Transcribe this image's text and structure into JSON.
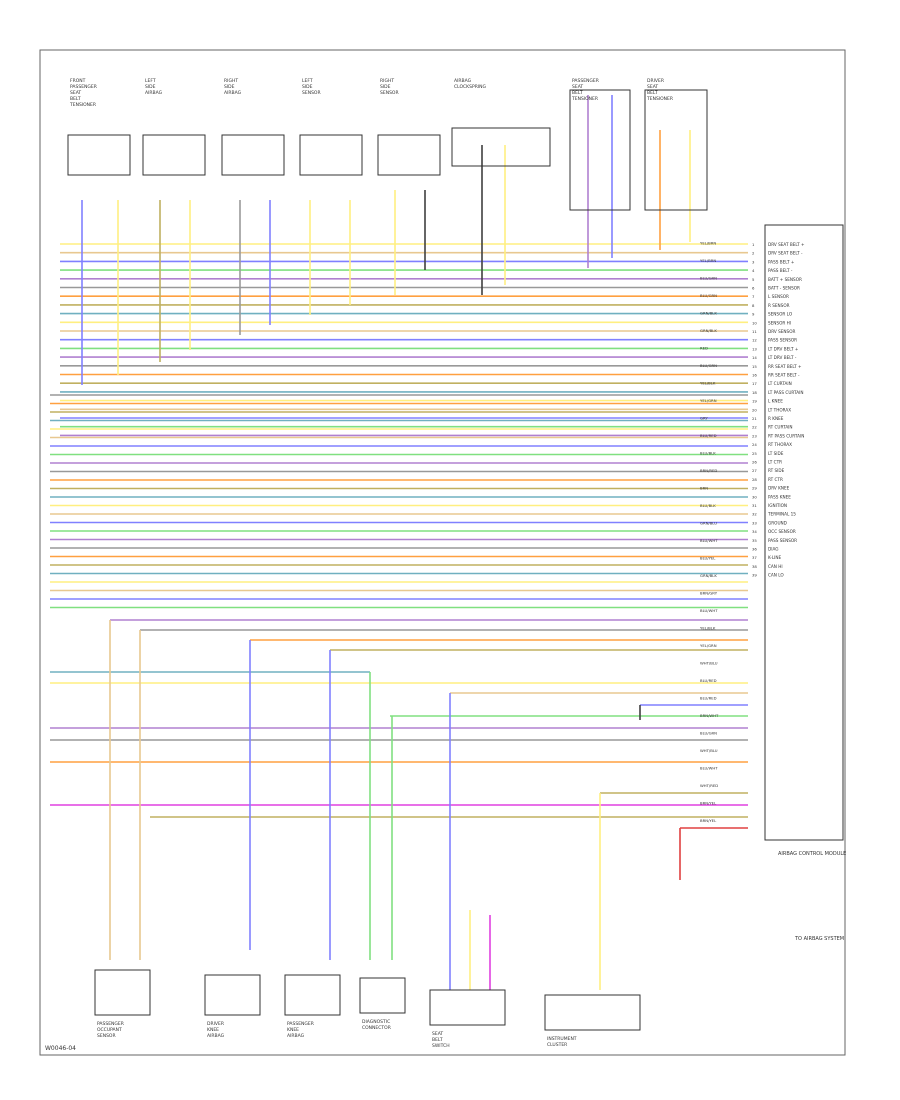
{
  "footer": {
    "code": "W0046-04"
  },
  "bottom_right_label": "TO AIRBAG SYSTEM",
  "module": {
    "name": "AIRBAG CONTROL MODULE",
    "pins": [
      "DRV SEAT BELT +",
      "DRV SEAT BELT -",
      "PASS BELT +",
      "PASS BELT -",
      "BATT + SENSOR",
      "BATT - SENSOR",
      "L SENSOR",
      "R SENSOR",
      "SENSOR LO",
      "SENSOR HI",
      "DRV SENSOR",
      "PASS SENSOR",
      "LT DRV BELT +",
      "LT DRV BELT -",
      "RR SEAT BELT +",
      "RR SEAT BELT -",
      "LT CURTAIN",
      "LT PASS CURTAIN",
      "L KNEE",
      "LT THORAX",
      "R KNEE",
      "RT CURTAIN",
      "RT PASS CURTAIN",
      "RT THORAX",
      "LT SIDE",
      "LT CTR",
      "RT SIDE",
      "RT CTR",
      "DRV KNEE",
      "PASS KNEE",
      "IGNITION",
      "TERMINAL 15",
      "GROUND",
      "OCC SENSOR",
      "PASS SENSOR",
      "DIAG",
      "K-LINE",
      "CAN HI",
      "CAN LO"
    ]
  },
  "wire_labels": [
    "YEL/BRN",
    "YEL/BRN",
    "BLU/GRN",
    "BLU/GRN",
    "GRN/BLK",
    "GRN/BLK",
    "RED",
    "BLU/GRN",
    "YEL/BLK",
    "YEL/GRN",
    "GRY",
    "BLU/RED",
    "BLU/BLK",
    "BRN/RED",
    "BRN",
    "BLU/BLK",
    "GRN/BLU",
    "BLU/WHT",
    "BLU/YEL",
    "GRN/BLK",
    "BRN/GRY",
    "BLU/WHT",
    "YEL/BLK",
    "YEL/GRN",
    "WHT/BLU",
    "BLU/RED",
    "BLU/RED",
    "BRN/WHT",
    "BLU/GRN",
    "WHT/BLU",
    "BLU/WHT",
    "WHT/RED",
    "BRN/YEL",
    "BRN/YEL"
  ],
  "components_top": [
    {
      "label": "FRONT PASSENGER SEAT BELT TENSIONER"
    },
    {
      "label": "LEFT SIDE AIRBAG"
    },
    {
      "label": "RIGHT SIDE AIRBAG"
    },
    {
      "label": "LEFT SIDE SENSOR"
    },
    {
      "label": "RIGHT SIDE SENSOR"
    },
    {
      "label": "AIRBAG CLOCKSPRING"
    },
    {
      "label": "PASSENGER SEAT BELT TENSIONER"
    },
    {
      "label": "DRIVER SEAT BELT TENSIONER"
    }
  ],
  "components_bottom": [
    {
      "label": "PASSENGER OCCUPANT SENSOR"
    },
    {
      "label": "DRIVER KNEE AIRBAG"
    },
    {
      "label": "PASSENGER KNEE AIRBAG"
    },
    {
      "label": "DIAGNOSTIC CONNECTOR"
    },
    {
      "label": "SEAT BELT SWITCH"
    },
    {
      "label": "INSTRUMENT CLUSTER"
    }
  ],
  "colors": {
    "yellow": "#ffef80",
    "tan": "#e8c890",
    "blue": "#8080ff",
    "green": "#80e080",
    "purple": "#b080d0",
    "gray": "#999999",
    "orange": "#ffa040",
    "magenta": "#e040e0",
    "red": "#e04040",
    "olive": "#c0b060",
    "teal": "#70b0c0",
    "black": "#404040"
  }
}
